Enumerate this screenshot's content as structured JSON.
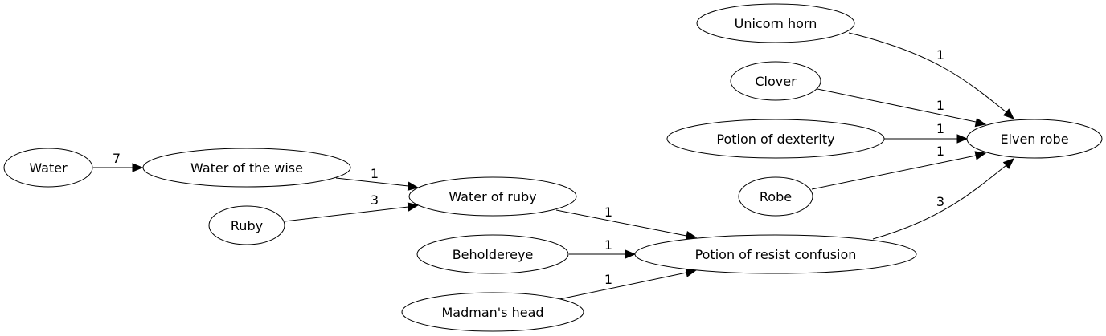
{
  "nodes": [
    {
      "id": "water",
      "label": "Water"
    },
    {
      "id": "water_wise",
      "label": "Water of the wise"
    },
    {
      "id": "ruby",
      "label": "Ruby"
    },
    {
      "id": "water_ruby",
      "label": "Water of ruby"
    },
    {
      "id": "beholdereye",
      "label": "Beholdereye"
    },
    {
      "id": "madman",
      "label": "Madman's head"
    },
    {
      "id": "resist",
      "label": "Potion of resist confusion"
    },
    {
      "id": "unicorn",
      "label": "Unicorn horn"
    },
    {
      "id": "clover",
      "label": "Clover"
    },
    {
      "id": "dexterity",
      "label": "Potion of dexterity"
    },
    {
      "id": "robe",
      "label": "Robe"
    },
    {
      "id": "elven",
      "label": "Elven robe"
    }
  ],
  "edges": [
    {
      "id": "water-water_wise",
      "from": "water",
      "to": "water_wise",
      "label": "7"
    },
    {
      "id": "water_wise-water_ruby",
      "from": "water_wise",
      "to": "water_ruby",
      "label": "1"
    },
    {
      "id": "ruby-water_ruby",
      "from": "ruby",
      "to": "water_ruby",
      "label": "3"
    },
    {
      "id": "water_ruby-resist",
      "from": "water_ruby",
      "to": "resist",
      "label": "1"
    },
    {
      "id": "beholdereye-resist",
      "from": "beholdereye",
      "to": "resist",
      "label": "1"
    },
    {
      "id": "madman-resist",
      "from": "madman",
      "to": "resist",
      "label": "1"
    },
    {
      "id": "unicorn-elven",
      "from": "unicorn",
      "to": "elven",
      "label": "1"
    },
    {
      "id": "clover-elven",
      "from": "clover",
      "to": "elven",
      "label": "1"
    },
    {
      "id": "dexterity-elven",
      "from": "dexterity",
      "to": "elven",
      "label": "1"
    },
    {
      "id": "robe-elven",
      "from": "robe",
      "to": "elven",
      "label": "1"
    },
    {
      "id": "resist-elven",
      "from": "resist",
      "to": "elven",
      "label": "3"
    }
  ]
}
